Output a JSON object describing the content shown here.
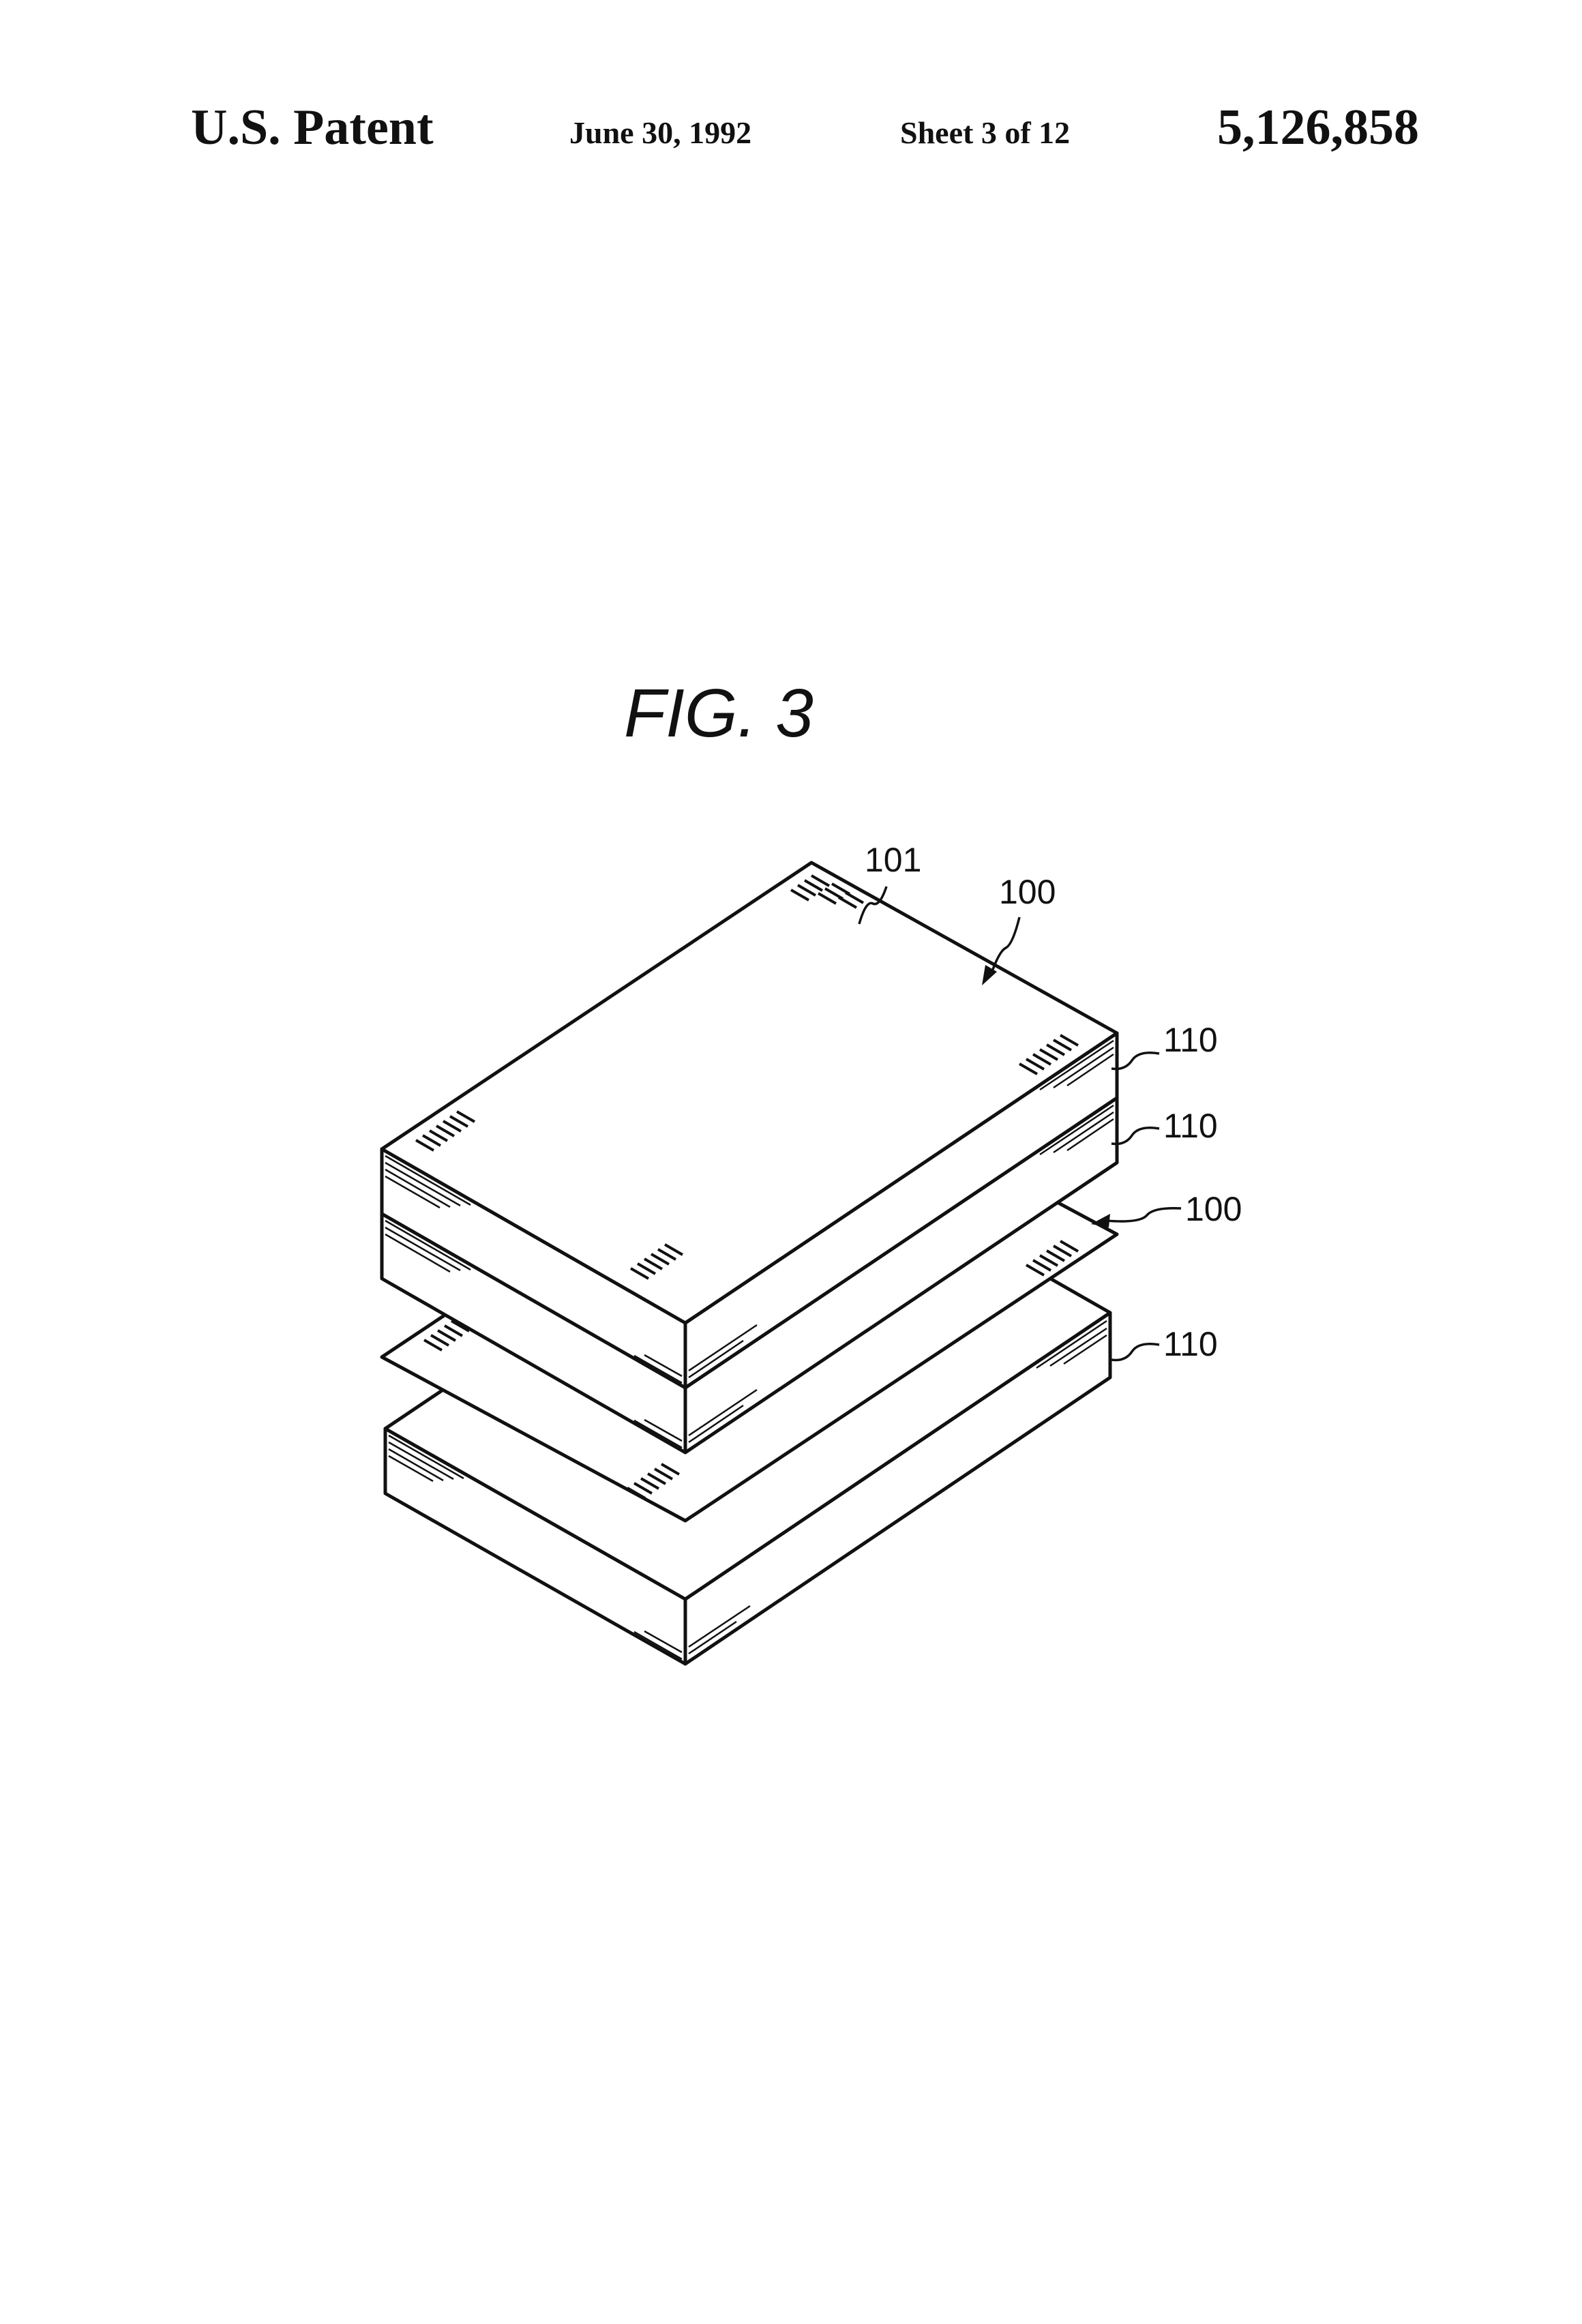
{
  "header": {
    "left": "U.S. Patent",
    "date": "June 30, 1992",
    "sheet": "Sheet 3 of 12",
    "number": "5,126,858"
  },
  "figure": {
    "title": "FIG. 3",
    "labels": {
      "ref_101": "101",
      "ref_100_top": "100",
      "ref_110_a": "110",
      "ref_110_b": "110",
      "ref_100_mid": "100",
      "ref_110_c": "110"
    }
  }
}
